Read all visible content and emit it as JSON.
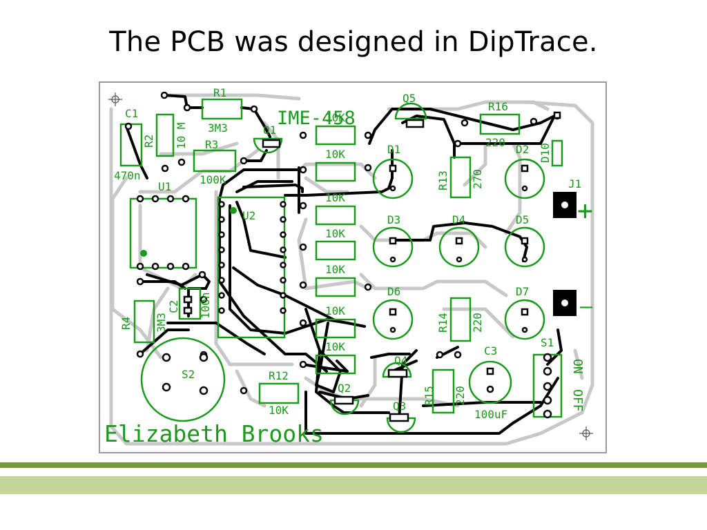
{
  "slide": {
    "title": "The PCB was designed in DipTrace."
  },
  "colors": {
    "silkscreen": "#1a9a1a",
    "trace": "#000000",
    "ground_trace": "#c8c8c8",
    "board_border": "#9a9a9a",
    "accent_bar_dark": "#7a9a3a",
    "accent_bar_light": "#c5d69b"
  },
  "board": {
    "project_name": "IME-458",
    "author": "Elizabeth Brooks",
    "polarity_plus": "+",
    "polarity_minus": "—",
    "switch_on": "ON",
    "switch_off": "OFF",
    "components": {
      "R1": "R1",
      "R1_val": "3M3",
      "R2": "R2",
      "R2_val": "10 M",
      "R3": "R3",
      "R3_val": "100K",
      "R4": "R4",
      "R4_val": "3M3",
      "R12": "R12",
      "R12_val": "10K",
      "R13": "R13",
      "R13_val": "270",
      "R14": "R14",
      "R14_val": "220",
      "R15": "R15",
      "R15_val": "220",
      "R16": "R16",
      "R16_val": "220",
      "C1": "C1",
      "C1_val": "470n",
      "C2": "C2",
      "C2_val": "100n",
      "C3": "C3",
      "C3_val": "100uF",
      "U1": "U1",
      "U2": "U2",
      "Q1": "Q1",
      "Q2": "Q2",
      "Q3": "Q3",
      "Q4": "Q4",
      "Q5": "Q5",
      "D1": "D1",
      "D2": "D2",
      "D3": "D3",
      "D4": "D4",
      "D5": "D5",
      "D6": "D6",
      "D7": "D7",
      "D10": "D10",
      "J1": "J1",
      "S1": "S1",
      "S2": "S2",
      "res_10k": "10K"
    }
  }
}
